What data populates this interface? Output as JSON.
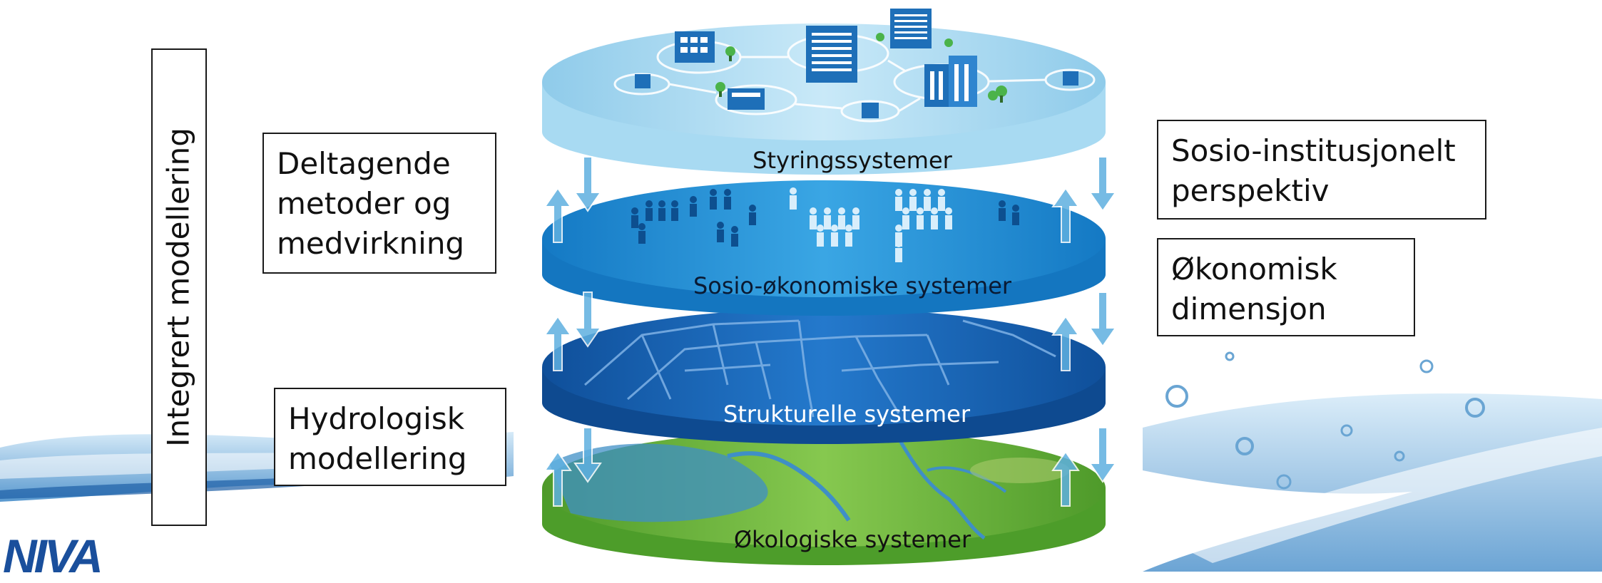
{
  "layers": [
    {
      "label": "Styringssystemer",
      "color": "#9fd4ef"
    },
    {
      "label": "Sosio-økonomiske systemer",
      "color": "#1e8fd6"
    },
    {
      "label": "Strukturelle systemer",
      "color": "#1466b8"
    },
    {
      "label": "Økologiske systemer",
      "color": "#6ab33f"
    }
  ],
  "left_boxes": {
    "participatory": {
      "line1": "Deltagende",
      "line2": "metoder og",
      "line3": "medvirkning"
    },
    "hydrology": {
      "line1": "Hydrologisk",
      "line2": "modellering"
    }
  },
  "right_boxes": {
    "socio_institutional": {
      "line1": "Sosio-institusjonelt",
      "line2": "perspektiv"
    },
    "economic": {
      "line1": "Økonomisk",
      "line2": "dimensjon"
    }
  },
  "vertical_label": "Integrert modellering",
  "logo": "NIVA"
}
